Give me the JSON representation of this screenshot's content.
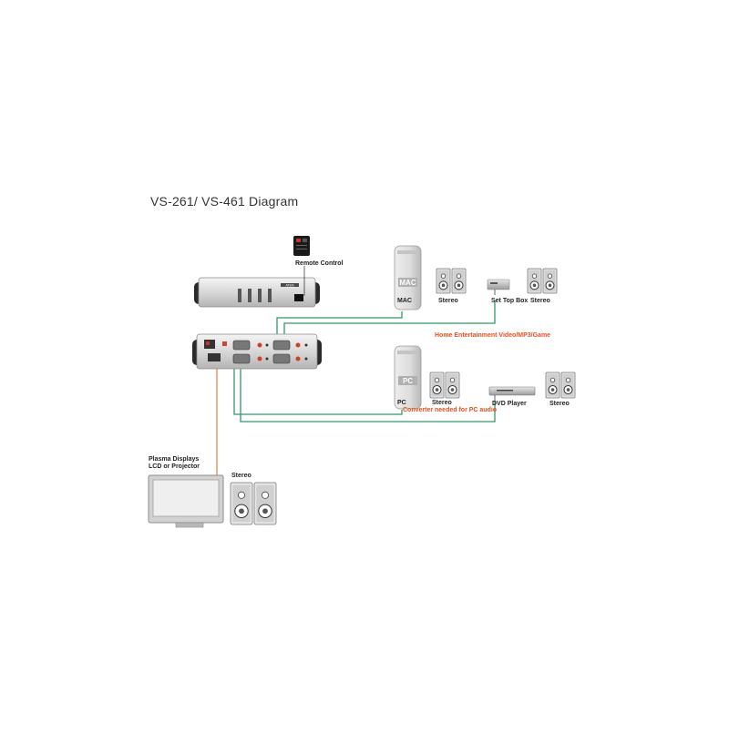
{
  "title": "VS-261/ VS-461 Diagram",
  "labels": {
    "remote_control": "Remote Control",
    "mac": "MAC",
    "stereo_mac": "Stereo",
    "set_top_box": "Set Top Box",
    "stereo_stb": "Stereo",
    "pc": "PC",
    "stereo_pc": "Stereo",
    "dvd_player": "DVD Player",
    "stereo_dvd": "Stereo",
    "display_line1": "Plasma Displays",
    "display_line2": "LCD or Projector",
    "stereo_display": "Stereo"
  },
  "notes": {
    "home_entertainment": "Home Entertainment Video/MP3/Game",
    "converter": "Converter needed for PC audio"
  },
  "device_logos": {
    "mac": "MAC",
    "pc": "PC",
    "switch_brand": "ATEN"
  },
  "colors": {
    "video_cable": "#2e9a6a",
    "display_cable": "#e08a4a",
    "note_text": "#e8501a"
  }
}
